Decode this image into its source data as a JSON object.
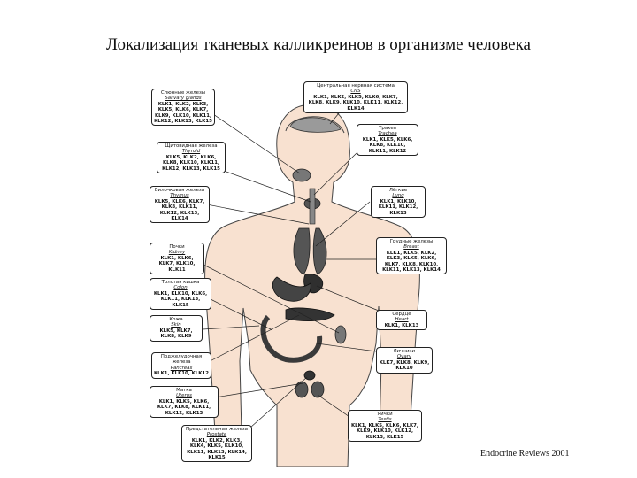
{
  "title": "Локализация тканевых калликреинов в организме человека",
  "credit": "Endocrine Reviews 2001",
  "labels": {
    "salivary": {
      "organ": "Слюнные железы",
      "latin": "Salivary glands",
      "genes": "KLK1, KLK2, KLK3, KLK5, KLK6, KLK7, KLK9, KLK10, KLK11, KLK12, KLK13, KLK15"
    },
    "cns": {
      "organ": "Центральная нервная система",
      "latin": "CNS",
      "genes": "KLK1, KLK2, KLK5, KLK6, KLK7, KLK8, KLK9, KLK10, KLK11, KLK12, KLK14"
    },
    "thyroid": {
      "organ": "Щитовидная железа",
      "latin": "Thyroid",
      "genes": "KLK5, KLK2, KLK6, KLK8, KLK10, KLK11, KLK12, KLK13, KLK15"
    },
    "trachea": {
      "organ": "Трахея",
      "latin": "Trachea",
      "genes": "KLK1, KLK5, KLK6, KLK8, KLK10, KLK11, KLK12"
    },
    "thymus": {
      "organ": "Вилочковая железа",
      "latin": "Thymus",
      "genes": "KLK5, KLK6, KLK7, KLK8, KLK11, KLK12, KLK13, KLK14"
    },
    "lung": {
      "organ": "Лёгкие",
      "latin": "Lung",
      "genes": "KLK1, KLK10, KLK11, KLK12, KLK13"
    },
    "kidney": {
      "organ": "Почки",
      "latin": "Kidney",
      "genes": "KLK1, KLK6, KLK7, KLK10, KLK11"
    },
    "breast": {
      "organ": "Грудные железы",
      "latin": "Breast",
      "genes": "KLK1, KLK5, KLK2, KLK3, KLK5, KLK6, KLK7, KLK8, KLK10, KLK11, KLK13, KLK14"
    },
    "colon": {
      "organ": "Толстая кишка",
      "latin": "Colon",
      "genes": "KLK1, KLK10, KLK6, KLK11, KLK13, KLK15"
    },
    "skin": {
      "organ": "Кожа",
      "latin": "Skin",
      "genes": "KLK5, KLK7, KLK8, KLK9"
    },
    "heart": {
      "organ": "Сердце",
      "latin": "Heart",
      "genes": "KLK1, KLK13"
    },
    "pancreas": {
      "organ": "Поджелудочная железа",
      "latin": "Pancreas",
      "genes": "KLK1, KLK10, KLK12"
    },
    "ovary": {
      "organ": "Яичники",
      "latin": "Ovary",
      "genes": "KLK7, KLK8, KLK9, KLK10"
    },
    "uterus": {
      "organ": "Матка",
      "latin": "Uterus",
      "genes": "KLK1, KLK5, KLK6, KLK7, KLK8, KLK11, KLK12, KLK13"
    },
    "testis": {
      "organ": "Яички",
      "latin": "Testis",
      "genes": "KLK1, KLK5, KLK6, KLK7, KLK9, KLK10, KLK12, KLK13, KLK15"
    },
    "prostate": {
      "organ": "Предстательная железа",
      "latin": "Prostate",
      "genes": "KLK1, KLK2, KLK3, KLK4, KLK5, KLK10, KLK11, KLK13, KLK14, KLK15"
    }
  },
  "colors": {
    "skin": "#f8e1d0",
    "outline": "#444444",
    "organ": "#3a3a3a"
  }
}
